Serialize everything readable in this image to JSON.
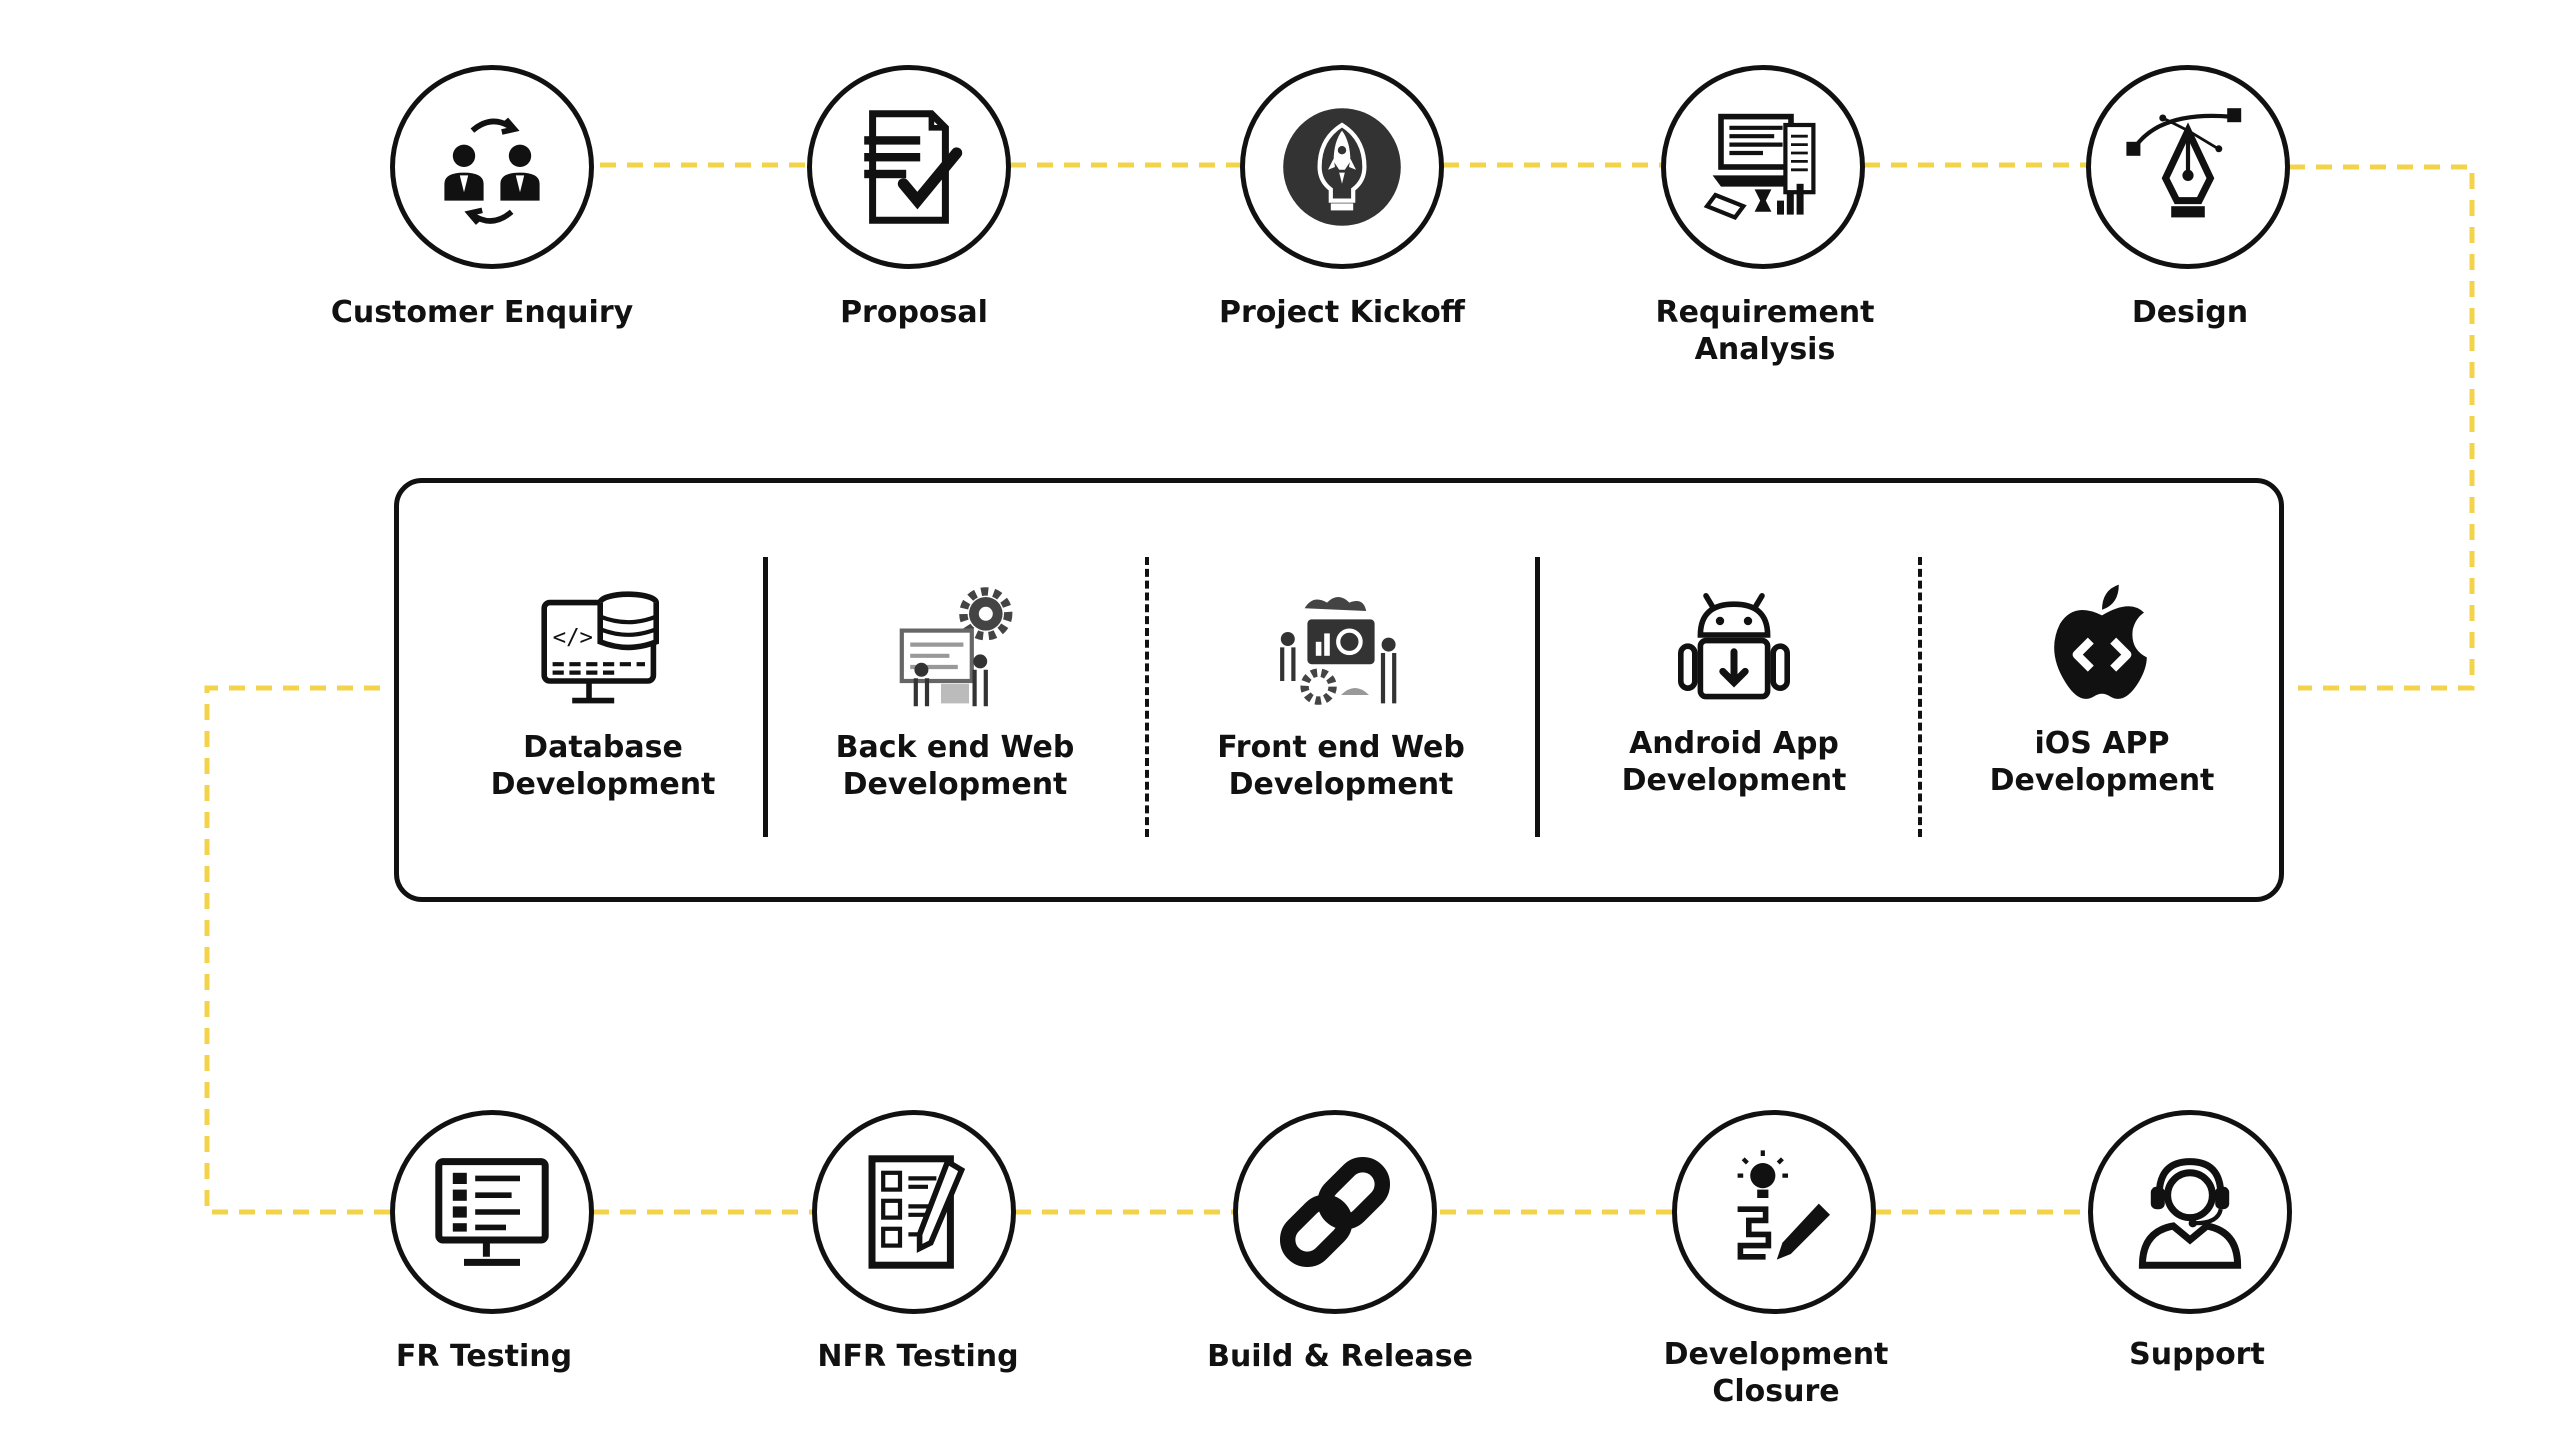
{
  "accent_color": "#f2d34a",
  "top_row": [
    {
      "label": "Customer Enquiry",
      "icon": "customer-enquiry-icon"
    },
    {
      "label": "Proposal",
      "icon": "proposal-icon"
    },
    {
      "label": "Project Kickoff",
      "icon": "project-kickoff-icon"
    },
    {
      "label": "Requirement\nAnalysis",
      "icon": "requirement-analysis-icon"
    },
    {
      "label": "Design",
      "icon": "design-icon"
    }
  ],
  "development_panel": [
    {
      "label": "Database\nDevelopment",
      "icon": "database-development-icon"
    },
    {
      "label": "Back end Web\nDevelopment",
      "icon": "backend-web-icon"
    },
    {
      "label": "Front end Web\nDevelopment",
      "icon": "frontend-web-icon"
    },
    {
      "label": "Android App\nDevelopment",
      "icon": "android-icon"
    },
    {
      "label": "iOS APP\nDevelopment",
      "icon": "ios-icon"
    }
  ],
  "bottom_row": [
    {
      "label": "FR Testing",
      "icon": "fr-testing-icon"
    },
    {
      "label": "NFR Testing",
      "icon": "nfr-testing-icon"
    },
    {
      "label": "Build & Release",
      "icon": "build-release-icon"
    },
    {
      "label": "Development\nClosure",
      "icon": "development-closure-icon"
    },
    {
      "label": "Support",
      "icon": "support-icon"
    }
  ]
}
